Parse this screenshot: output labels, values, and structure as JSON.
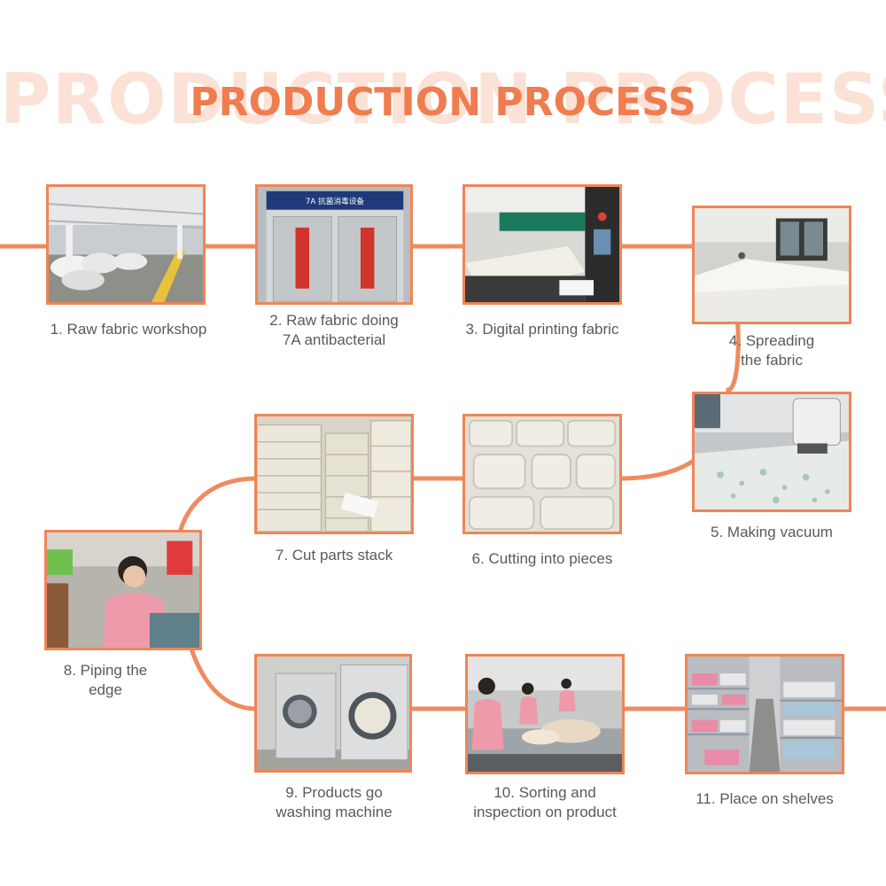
{
  "title": "PRODUCTION PROCESS",
  "title_shadow": "PRODUCTION PROCESS",
  "colors": {
    "accent": "#ef7d4f",
    "frame": "#f08556",
    "shadow_text": "#fbe1d6",
    "caption": "#5a5a5a"
  },
  "steps": [
    {
      "label": "1. Raw fabric workshop"
    },
    {
      "label": "2. Raw fabric doing\n7A antibacterial",
      "machine_sign": "7A 抗菌消毒设备"
    },
    {
      "label": "3. Digital printing fabric"
    },
    {
      "label": "4. Spreading\nthe fabric"
    },
    {
      "label": "5. Making vacuum"
    },
    {
      "label": "6. Cutting into pieces"
    },
    {
      "label": "7. Cut parts stack"
    },
    {
      "label": "8. Piping the\nedge"
    },
    {
      "label": "9. Products go\nwashing machine"
    },
    {
      "label": "10. Sorting and\ninspection on product"
    },
    {
      "label": "11. Place on shelves"
    }
  ]
}
